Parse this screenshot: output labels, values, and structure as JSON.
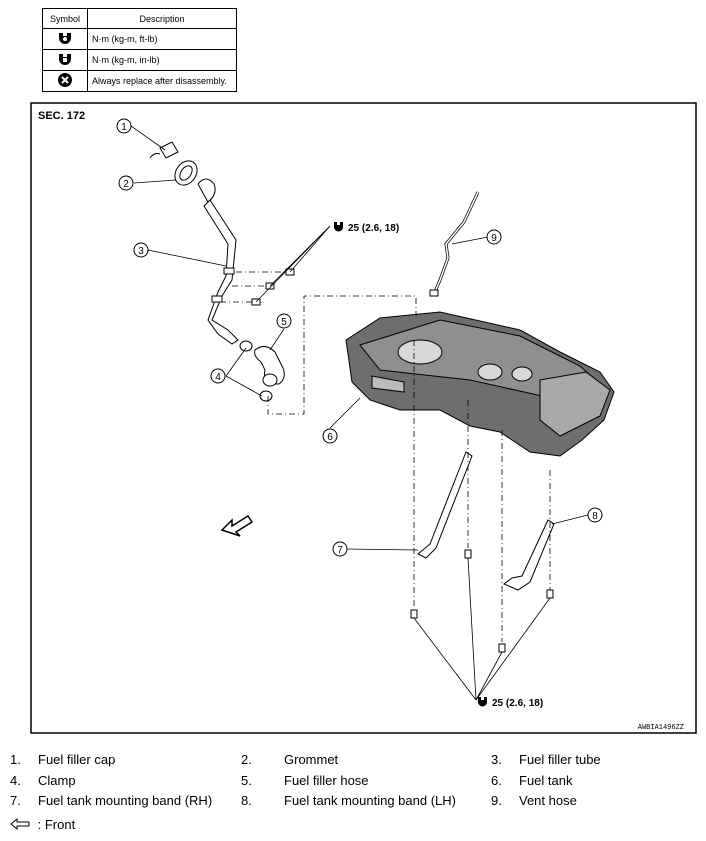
{
  "symbol_table": {
    "header_symbol": "Symbol",
    "header_description": "Description",
    "rows": [
      {
        "icon": "torque-wrench-icon",
        "description": "N·m (kg-m, ft-lb)"
      },
      {
        "icon": "torque-wrench-small-icon",
        "description": "N·m (kg-m, in-lb)"
      },
      {
        "icon": "always-replace-icon",
        "description": "Always replace after disassembly."
      }
    ]
  },
  "diagram": {
    "section": "SEC. 172",
    "torque_upper": "25 (2.6, 18)",
    "torque_lower": "25 (2.6, 18)",
    "callouts": [
      "1",
      "2",
      "3",
      "4",
      "5",
      "6",
      "7",
      "8",
      "9"
    ],
    "figure_id": "AWBIA1496ZZ"
  },
  "legend": [
    {
      "num": "1.",
      "label": "Fuel filler cap"
    },
    {
      "num": "2.",
      "label": "Grommet"
    },
    {
      "num": "3.",
      "label": "Fuel filler tube"
    },
    {
      "num": "4.",
      "label": "Clamp"
    },
    {
      "num": "5.",
      "label": "Fuel filler hose"
    },
    {
      "num": "6.",
      "label": "Fuel tank"
    },
    {
      "num": "7.",
      "label": "Fuel tank mounting band (RH)"
    },
    {
      "num": "8.",
      "label": "Fuel tank mounting band (LH)"
    },
    {
      "num": "9.",
      "label": "Vent hose"
    }
  ],
  "front_note": ": Front"
}
